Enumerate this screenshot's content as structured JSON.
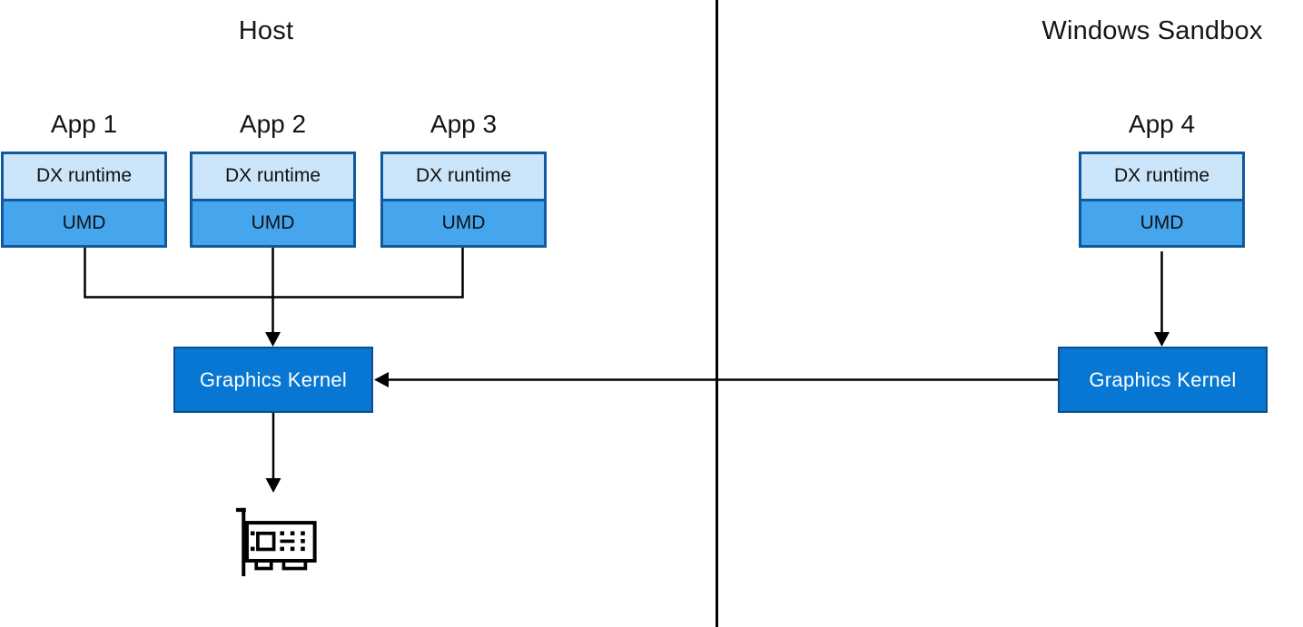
{
  "diagram": {
    "background": "#ffffff",
    "host": {
      "title": "Host",
      "apps": [
        {
          "label": "App 1",
          "layers": [
            "DX runtime",
            "UMD"
          ]
        },
        {
          "label": "App 2",
          "layers": [
            "DX runtime",
            "UMD"
          ]
        },
        {
          "label": "App 3",
          "layers": [
            "DX runtime",
            "UMD"
          ]
        }
      ],
      "kernel_label": "Graphics Kernel",
      "gpu_icon": "gpu-card-icon"
    },
    "sandbox": {
      "title": "Windows Sandbox",
      "apps": [
        {
          "label": "App 4",
          "layers": [
            "DX runtime",
            "UMD"
          ]
        }
      ],
      "kernel_label": "Graphics Kernel"
    },
    "edges": [
      "App 1 -> Host Graphics Kernel",
      "App 2 -> Host Graphics Kernel",
      "App 3 -> Host Graphics Kernel",
      "Host Graphics Kernel -> GPU card",
      "App 4 -> Sandbox Graphics Kernel",
      "Sandbox Graphics Kernel -> Host Graphics Kernel"
    ],
    "colors": {
      "dx_fill": "#cbe5fa",
      "umd_fill": "#45a6ee",
      "box_border": "#0f5a9d",
      "kernel_fill": "#0877d3",
      "kernel_border": "#0a4d8c",
      "kernel_text": "#ffffff",
      "line": "#000000"
    }
  }
}
